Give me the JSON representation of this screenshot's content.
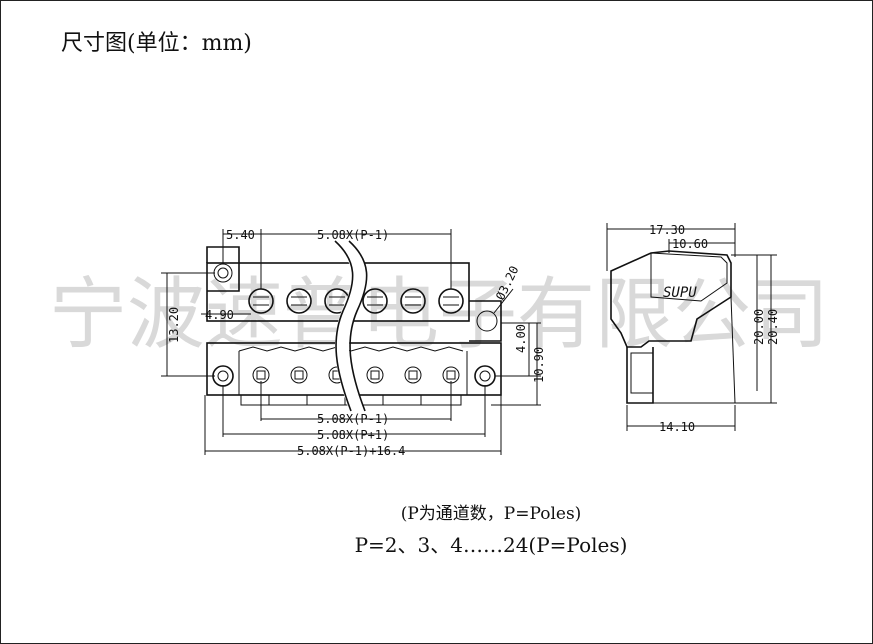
{
  "title": "尺寸图(单位：mm)",
  "watermark": "宁波速普电子有限公司",
  "front_view": {
    "dims": {
      "d540": "5.40",
      "pitch_top": "5.08X(P-1)",
      "d490": "4.90",
      "d1320": "13.20",
      "dia320": "Ø3.20",
      "d400": "4.00",
      "d1090": "10.90",
      "bottom1": "5.08X(P-1)",
      "bottom2": "5.08X(P+1)",
      "bottom3": "5.08X(P-1)+16.4"
    }
  },
  "side_view": {
    "logo": "SUPU",
    "dims": {
      "d1730": "17.30",
      "d1060": "10.60",
      "d2000": "20.00",
      "d2040": "20.40",
      "d1410": "14.10"
    }
  },
  "notes": {
    "line1": "(P为通道数，P=Poles)",
    "line2": "P=2、3、4……24(P=Poles)"
  }
}
